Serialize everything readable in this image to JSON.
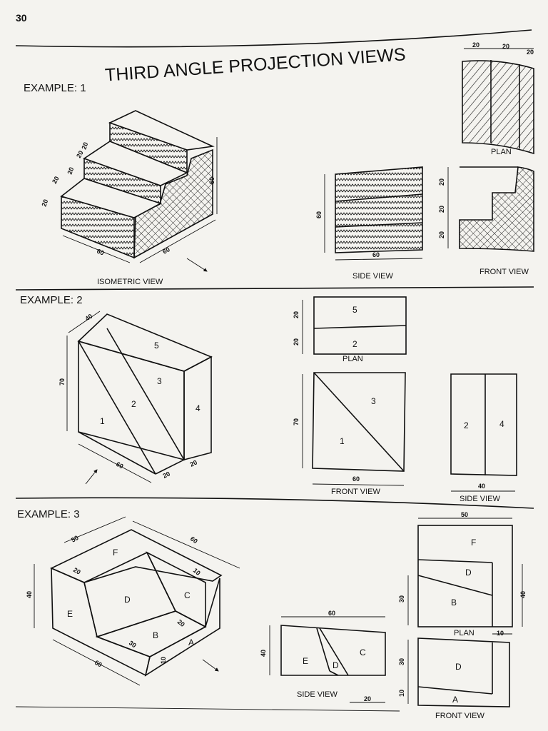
{
  "page_number": "30",
  "title": "THIRD ANGLE PROJECTION VIEWS",
  "examples": [
    {
      "heading": "EXAMPLE:  1",
      "captions": {
        "isometric": "ISOMETRIC VIEW",
        "plan": "PLAN",
        "side": "SIDE VIEW",
        "front": "FRONT VIEW"
      },
      "dims": {
        "step_h1": "20",
        "step_h2": "20",
        "step_h3": "20",
        "step_d1": "20",
        "step_d2": "20",
        "len_a": "60",
        "len_b": "60",
        "height": "60",
        "plan_w1": "20",
        "plan_w2": "20",
        "plan_w3": "20",
        "side_h": "60",
        "side_w": "60",
        "front_h1": "20",
        "front_h2": "20",
        "front_h3": "20"
      }
    },
    {
      "heading": "EXAMPLE:  2",
      "faces": {
        "f1": "1",
        "f2": "2",
        "f3": "3",
        "f4": "4",
        "f5": "5"
      },
      "captions": {
        "plan": "PLAN",
        "front": "FRONT VIEW",
        "side": "SIDE VIEW"
      },
      "dims": {
        "depth": "40",
        "height": "70",
        "length": "60",
        "d20a": "20",
        "d20b": "20",
        "plan_h1": "20",
        "plan_h2": "20",
        "front_h": "70",
        "front_w": "60",
        "side_w": "40"
      }
    },
    {
      "heading": "EXAMPLE:  3",
      "faces": {
        "a": "A",
        "b": "B",
        "c": "C",
        "d": "D",
        "e": "E",
        "f": "F"
      },
      "captions": {
        "side": "SIDE VIEW",
        "plan": "PLAN",
        "front": "FRONT VIEW"
      },
      "dims": {
        "iso_50": "50",
        "iso_60a": "60",
        "iso_60b": "60",
        "iso_40": "40",
        "iso_20a": "20",
        "iso_10a": "10",
        "iso_20b": "20",
        "iso_30": "30",
        "iso_10b": "10",
        "side_60": "60",
        "side_40": "40",
        "side_20": "20",
        "plan_50": "50",
        "plan_30": "30",
        "plan_40": "40",
        "plan_10": "10",
        "front_30": "30",
        "front_10": "10"
      }
    }
  ]
}
